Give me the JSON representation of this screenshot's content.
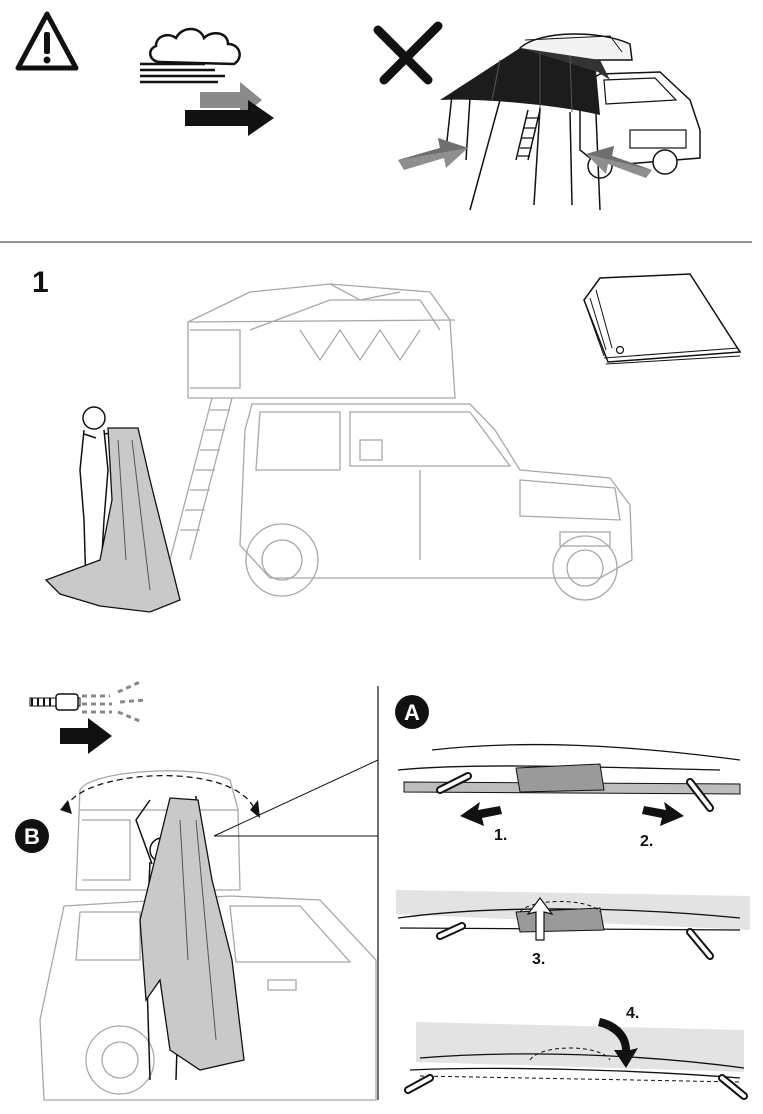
{
  "step": {
    "number": "1"
  },
  "callouts": {
    "A": "A",
    "B": "B"
  },
  "substeps": [
    "1.",
    "2.",
    "3.",
    "4."
  ],
  "icons": {
    "warning": "warning-triangle-icon",
    "wind": "wind-cloud-icon",
    "forbidden": "cross-mark-icon",
    "zip": "zipper-icon"
  },
  "colors": {
    "ink": "#111111",
    "line_light": "#9a9a9a",
    "fabric_gray": "#c9c9c9",
    "fabric_light": "#e3e3e3",
    "awning_dark": "#1c1c1c",
    "background": "#ffffff"
  }
}
